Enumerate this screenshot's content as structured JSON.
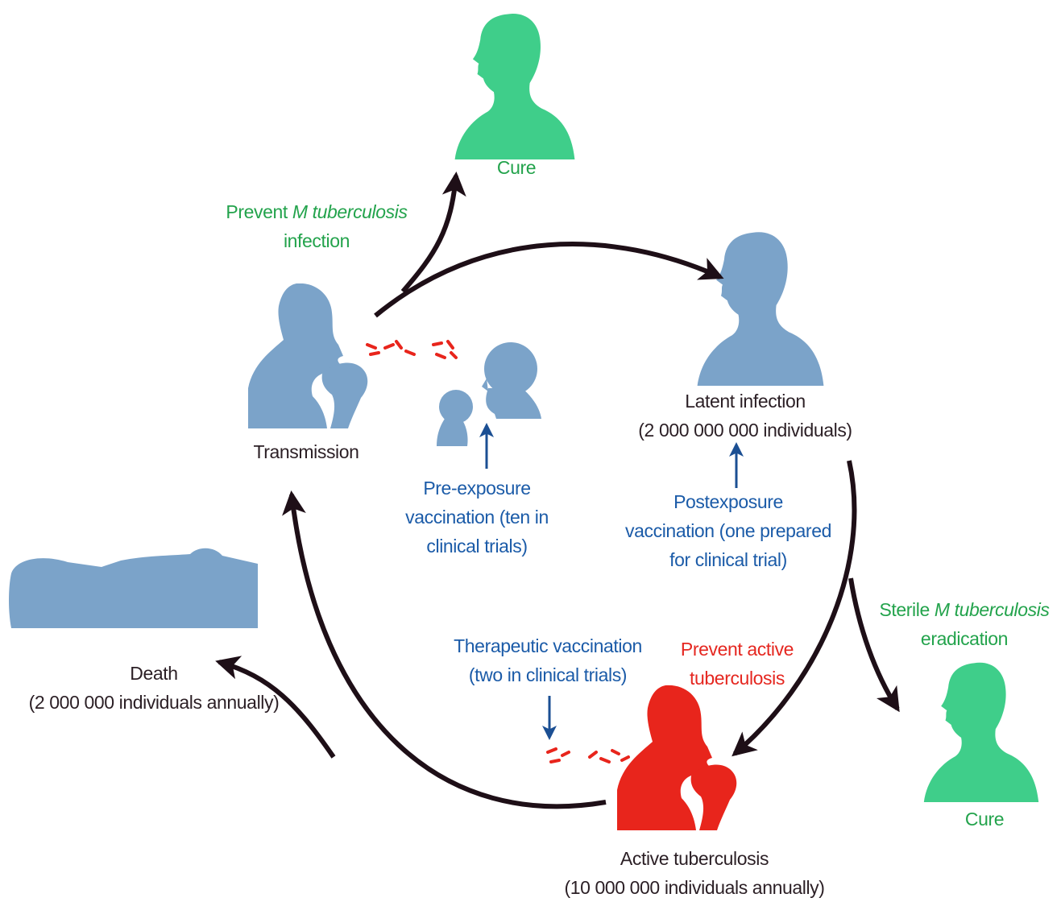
{
  "colors": {
    "person_blue": "#7ba3c9",
    "person_green": "#3fce8a",
    "person_red": "#e8251c",
    "arrow_dark": "#1e0f17",
    "arrow_blue": "#1b4f93",
    "label_green": "#23a34c",
    "label_blue": "#1b5ba8",
    "label_red": "#e52720",
    "label_dark": "#2b1f25",
    "bacteria_red": "#e8251c"
  },
  "nodes": {
    "cure_top": {
      "label": "Cure"
    },
    "transmission": {
      "label": "Transmission"
    },
    "latent": {
      "label_line1": "Latent infection",
      "label_line2": "(2 000 000 000 individuals)"
    },
    "death": {
      "label_line1": "Death",
      "label_line2": "(2 000 000 individuals annually)"
    },
    "active": {
      "label_line1": "Active tuberculosis",
      "label_line2": "(10 000 000 individuals annually)"
    },
    "cure_right": {
      "label": "Cure"
    }
  },
  "interventions": {
    "prevent_infection": {
      "line1_prefix": "Prevent ",
      "line1_italic": "M tuberculosis",
      "line2": "infection"
    },
    "pre_exposure": {
      "line1": "Pre-exposure",
      "line2": "vaccination (ten in",
      "line3": "clinical trials)"
    },
    "post_exposure": {
      "line1": "Postexposure",
      "line2": "vaccination (one prepared",
      "line3": "for clinical trial)"
    },
    "sterile_eradication": {
      "line1_prefix": "Sterile ",
      "line1_italic": "M tuberculosis",
      "line2": "eradication"
    },
    "therapeutic": {
      "line1": "Therapeutic vaccination",
      "line2": "(two in clinical trials)"
    },
    "prevent_active": {
      "line1": "Prevent active",
      "line2": "tuberculosis"
    }
  },
  "icons": [
    "person-silhouette-icon",
    "coughing-person-icon",
    "child-silhouette-icon",
    "lying-person-icon",
    "bacteria-icon"
  ]
}
